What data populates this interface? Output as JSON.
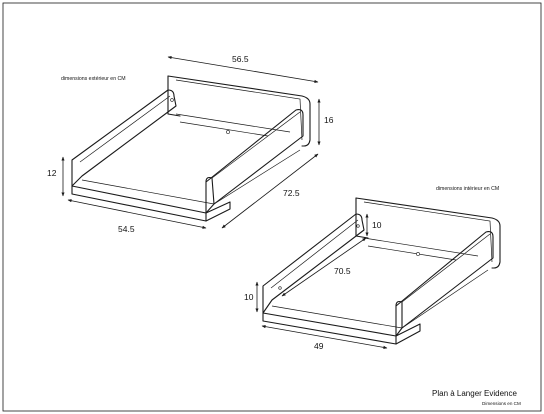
{
  "outer_view": {
    "note": "dimensions extérieur en CM",
    "dims": {
      "length": "72.5",
      "width": "56.5",
      "front_width": "54.5",
      "back_height": "16",
      "side_height": "12"
    }
  },
  "inner_view": {
    "note": "dimensions intérieur en CM",
    "dims": {
      "length": "70.5",
      "width": "49",
      "rail_height": "10",
      "back_rail_height": "10"
    }
  },
  "title_block": {
    "title": "Plan à Langer Evidence",
    "subtitle": "Dimensions en CM"
  }
}
